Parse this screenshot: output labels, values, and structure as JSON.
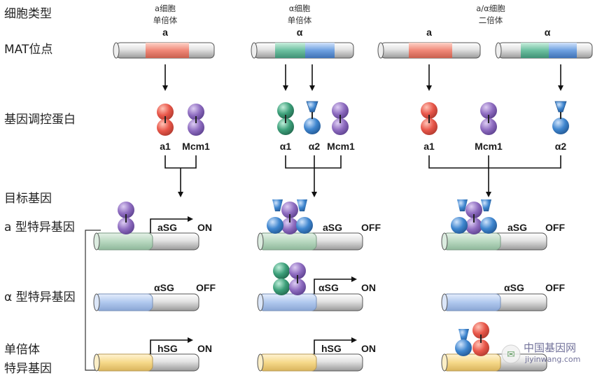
{
  "row_labels": {
    "cell_type": "细胞类型",
    "mat_locus": "MAT位点",
    "regulatory_proteins": "基因调控蛋白",
    "target_genes": "目标基因",
    "a_specific": "a 型特异基因",
    "alpha_specific": "α 型特异基因",
    "haploid_line1": "单倍体",
    "haploid_line2": "特异基因"
  },
  "columns": [
    {
      "cell_line1": "a细胞",
      "cell_line2": "单倍体",
      "allele": "a"
    },
    {
      "cell_line1": "α细胞",
      "cell_line2": "单倍体",
      "allele": "α"
    },
    {
      "cell_line1": "a/α细胞",
      "cell_line2": "二倍体",
      "allele_a": "a",
      "allele_alpha": "α"
    }
  ],
  "proteins": {
    "col1": [
      "a1",
      "Mcm1"
    ],
    "col2": [
      "α1",
      "α2",
      "Mcm1"
    ],
    "col3": [
      "a1",
      "Mcm1",
      "α2"
    ]
  },
  "gene_labels": {
    "asg": "aSG",
    "alphasg": "αSG",
    "hsg": "hSG",
    "on": "ON",
    "off": "OFF"
  },
  "watermark": {
    "line1": "中国基因网",
    "line2": "jiyinwang.com"
  },
  "colors": {
    "a_segment": "#f08878",
    "alpha1_segment": "#6cc0a0",
    "alpha2_segment": "#6ea0e0",
    "a1_protein": "#e8574a",
    "alpha1_protein": "#3da07a",
    "alpha2_protein": "#3f86cf",
    "mcm1_protein": "#8e6cc0",
    "a_gene": "#b8d8c0",
    "alpha_gene": "#b0c8ee",
    "haploid_gene": "#f6d98a"
  }
}
